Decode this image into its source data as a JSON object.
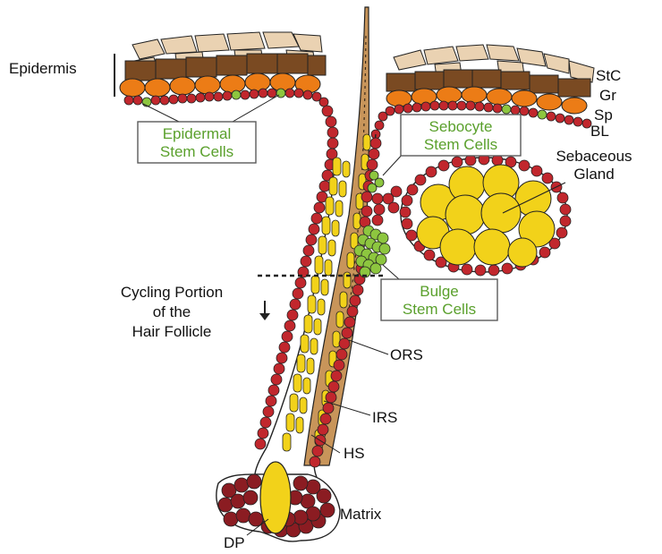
{
  "labels": {
    "epidermis": "Epidermis",
    "stc": "StC",
    "gr": "Gr",
    "sp": "Sp",
    "bl": "BL",
    "epidermal_stem_line1": "Epidermal",
    "epidermal_stem_line2": "Stem Cells",
    "sebocyte_stem_line1": "Sebocyte",
    "sebocyte_stem_line2": "Stem Cells",
    "sebaceous_line1": "Sebaceous",
    "sebaceous_line2": "Gland",
    "cycling_line1": "Cycling Portion",
    "cycling_line2": "of the",
    "cycling_line3": "Hair Follicle",
    "bulge_stem_line1": "Bulge",
    "bulge_stem_line2": "Stem Cells",
    "ors": "ORS",
    "irs": "IRS",
    "hs": "HS",
    "matrix": "Matrix",
    "dp": "DP"
  },
  "colors": {
    "stratum_corneum": "#ead2b2",
    "granular": "#7a4a22",
    "spinous": "#ec7c16",
    "basal_red": "#c1272d",
    "stem_green": "#8dc63f",
    "yellow": "#f2d21a",
    "hair_shaft": "#c8955a",
    "matrix_dark": "#8b1c22",
    "label_green": "#5aa02c"
  }
}
